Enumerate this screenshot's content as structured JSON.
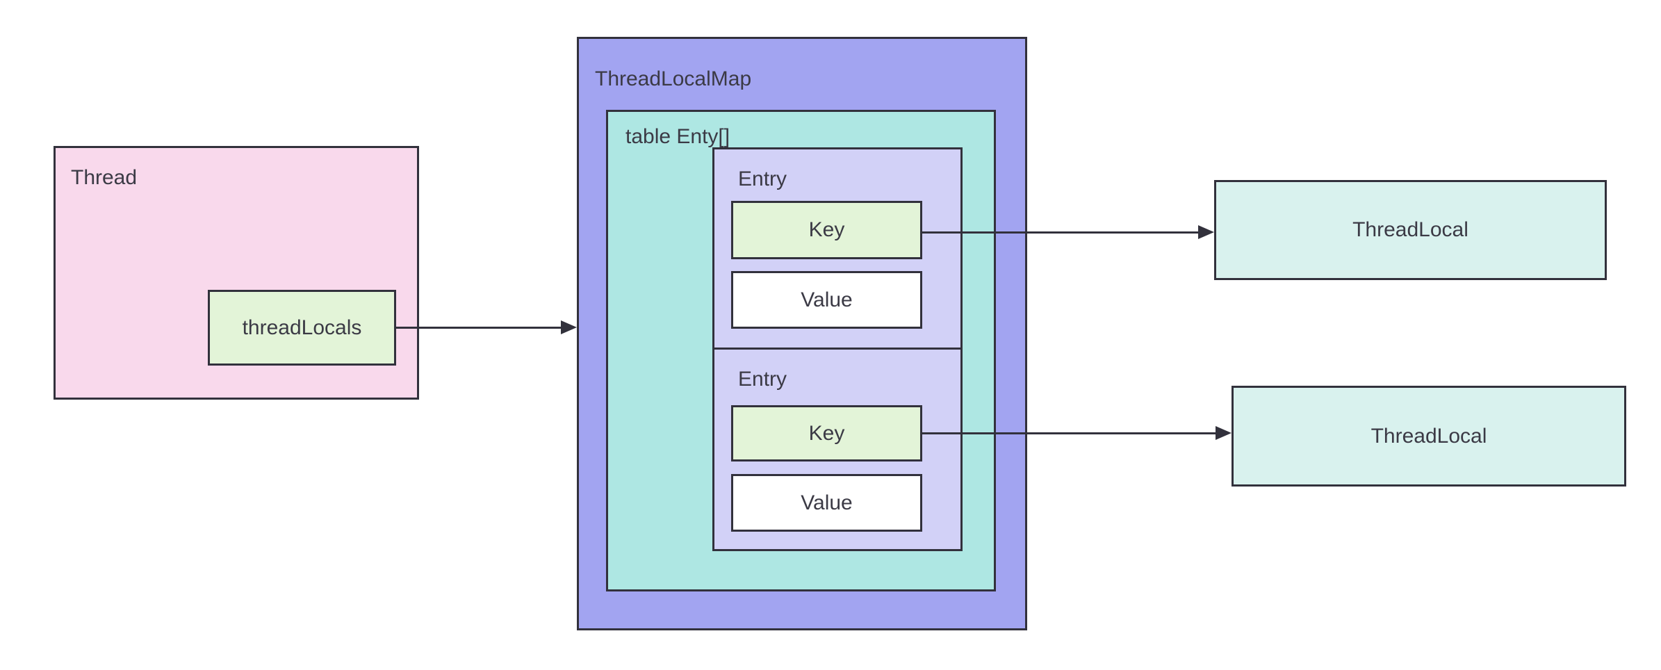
{
  "colors": {
    "background": "#ffffff",
    "stroke": "#32313c",
    "text": "#3b3a45",
    "thread_fill": "#f9d9ec",
    "green_fill": "#e3f4d8",
    "map_fill": "#a2a4f1",
    "table_fill": "#aee7e3",
    "entry_fill": "#d2d1f7",
    "value_fill": "#ffffff",
    "threadlocal_fill": "#d9f2ee"
  },
  "nodes": {
    "thread": {
      "label": "Thread"
    },
    "threadLocals": {
      "label": "threadLocals"
    },
    "threadLocalMap": {
      "label": "ThreadLocalMap"
    },
    "table": {
      "label": "table Enty[]"
    },
    "entry1": {
      "label": "Entry",
      "key": "Key",
      "value": "Value"
    },
    "entry2": {
      "label": "Entry",
      "key": "Key",
      "value": "Value"
    },
    "threadLocal1": {
      "label": "ThreadLocal"
    },
    "threadLocal2": {
      "label": "ThreadLocal"
    }
  },
  "edges": [
    {
      "from": "threadLocals",
      "to": "threadLocalMap"
    },
    {
      "from": "entry1.key",
      "to": "threadLocal1"
    },
    {
      "from": "entry2.key",
      "to": "threadLocal2"
    }
  ]
}
